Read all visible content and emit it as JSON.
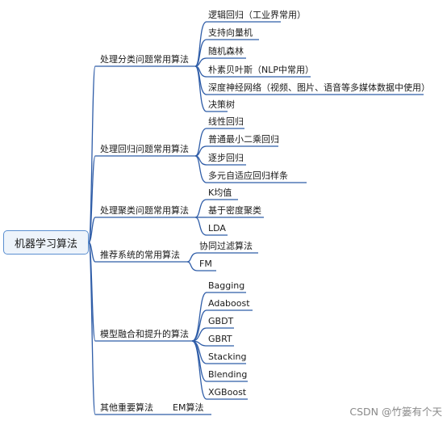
{
  "root": {
    "label": "机器学习算法"
  },
  "branches": [
    {
      "label": "处理分类问题常用算法",
      "items": [
        "逻辑回归（工业界常用）",
        "支持向量机",
        "随机森林",
        "朴素贝叶斯（NLP中常用）",
        "深度神经网络（视频、图片、语音等多媒体数据中使用）",
        "决策树"
      ]
    },
    {
      "label": "处理回归问题常用算法",
      "items": [
        "线性回归",
        "普通最小二乘回归",
        "逐步回归",
        "多元自适应回归样条"
      ]
    },
    {
      "label": "处理聚类问题常用算法",
      "items": [
        "K均值",
        "基于密度聚类",
        "LDA"
      ]
    },
    {
      "label": "推荐系统的常用算法",
      "items": [
        "协同过滤算法",
        "FM"
      ]
    },
    {
      "label": "模型融合和提升的算法",
      "items": [
        "Bagging",
        "Adaboost",
        "GBDT",
        "GBRT",
        "Stacking",
        "Blending",
        "XGBoost"
      ]
    },
    {
      "label": "其他重要算法",
      "items": [
        "EM算法"
      ]
    }
  ],
  "watermark": "CSDN @竹篓有个天",
  "colors": {
    "line": "#2f5da8",
    "node_fill": "#eef4fb",
    "node_border": "#5b8fd0"
  }
}
